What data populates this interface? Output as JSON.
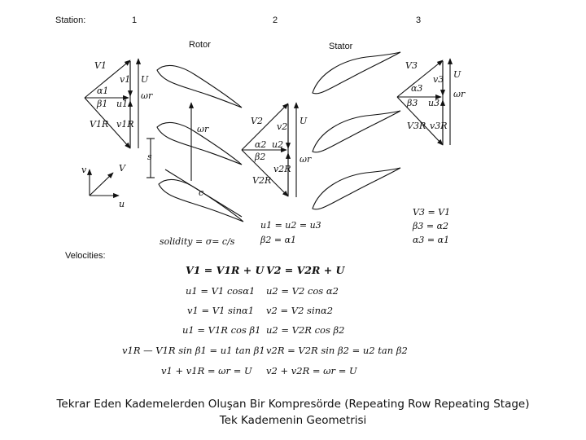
{
  "header": {
    "station_label": "Station:",
    "stations": [
      "1",
      "2",
      "3"
    ],
    "rotor_label": "Rotor",
    "stator_label": "Stator"
  },
  "triangle1": {
    "V": "V1",
    "v": "v1",
    "alpha": "α1",
    "beta": "β1",
    "u": "u1",
    "U": "U",
    "omega_r": "ωr",
    "VR": "V1R",
    "vR": "v1R"
  },
  "triangle2": {
    "V": "V2",
    "v": "v2",
    "alpha": "α2",
    "u": "u2",
    "beta": "β2",
    "U": "U",
    "omega_r": "ωr",
    "VR": "V2R",
    "vR": "v2R"
  },
  "triangle3": {
    "V": "V3",
    "v": "v3",
    "alpha": "α3",
    "beta": "β3",
    "u": "u3",
    "U": "U",
    "omega_r": "ωr",
    "VR": "V3R",
    "vR": "v3R"
  },
  "blade": {
    "spacing": "s",
    "chord": "c",
    "omega_r": "ωr"
  },
  "axes": {
    "v": "v",
    "V": "V",
    "u": "u"
  },
  "relations": {
    "u_equal": "u1 = u2 = u3",
    "beta2": "β2 = α1",
    "solidity": "solidity = σ= c/s",
    "v3": "V3 = V1",
    "beta3": "β3 = α2",
    "alpha3": "α3 = α1"
  },
  "velocities_label": "Velocities:",
  "equations": {
    "left": [
      "V1 = V1R + U",
      "u1 = V1 cosα1",
      "v1 = V1 sinα1",
      "u1 = V1R cos β1",
      "v1R — V1R sin β1 = u1 tan β1",
      "v1 + v1R = ωr = U"
    ],
    "right": [
      "V2 = V2R + U",
      "u2 = V2 cos α2",
      "v2 = V2 sinα2",
      "u2 = V2R cos β2",
      "v2R = V2R sin β2 = u2 tan β2",
      "v2 + v2R = ωr = U"
    ]
  },
  "caption": {
    "line1": "Tekrar Eden Kademelerden Oluşan Bir Kompresörde (Repeating Row Repeating Stage)",
    "line2": "Tek Kademenin Geometrisi"
  }
}
